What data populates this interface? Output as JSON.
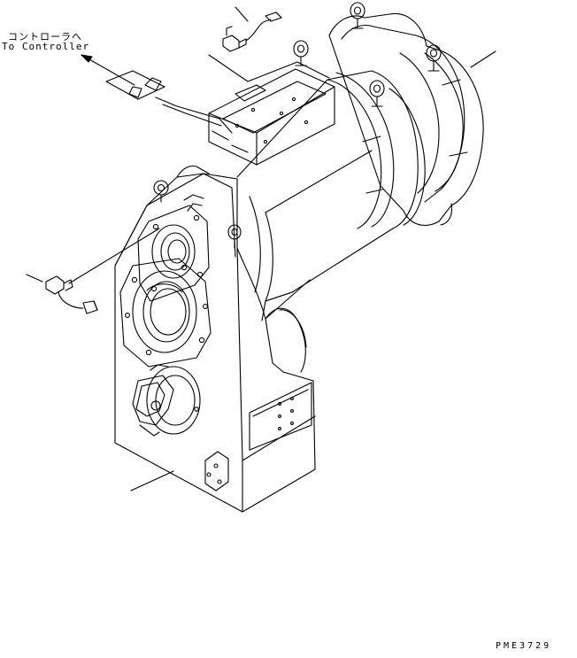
{
  "labels": {
    "controller_jp": "コントローラへ",
    "controller_en": "To Controller",
    "drawing_code": "PME3729"
  },
  "colors": {
    "ink": "#000000",
    "paper": "#ffffff"
  }
}
